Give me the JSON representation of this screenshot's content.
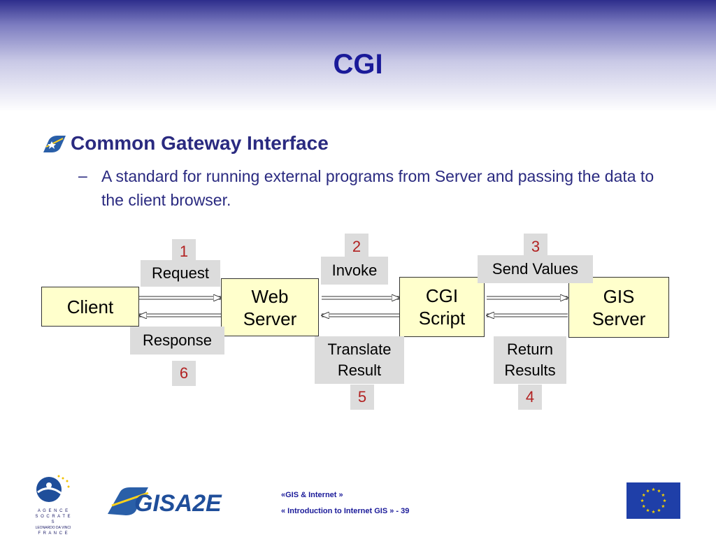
{
  "slide": {
    "title": "CGI",
    "heading": "Common Gateway Interface",
    "dash": "–",
    "subtext": "A standard for running external programs from Server and passing the data to the client browser."
  },
  "diagram": {
    "nodes": {
      "client": "Client",
      "web_server": [
        "Web",
        "Server"
      ],
      "cgi_script": [
        "CGI",
        "Script"
      ],
      "gis_server": [
        "GIS",
        "Server"
      ]
    },
    "steps": {
      "request": {
        "number": "1",
        "label": "Request"
      },
      "invoke": {
        "number": "2",
        "label": "Invoke"
      },
      "send_values": {
        "number": "3",
        "label": "Send Values"
      },
      "return_results": {
        "number": "4",
        "label": [
          "Return",
          "Results"
        ]
      },
      "translate_result": {
        "number": "5",
        "label": [
          "Translate",
          "Result"
        ]
      },
      "response": {
        "number": "6",
        "label": "Response"
      }
    },
    "colors": {
      "node_fill": "#ffffcc",
      "label_fill": "#dcdcdc",
      "number_color": "#b22222"
    }
  },
  "footer": {
    "line1": "«GIS  & Internet »",
    "line2": "« Introduction to Internet GIS » - 39",
    "agency_text": [
      "A G E N C E",
      "S O C R A T E S",
      "LEONARDO DA VINCI",
      "F R A N C E"
    ],
    "gisa_logo_text": "GISA2E",
    "logos": [
      "agence-socrates-logo",
      "gisa2e-logo",
      "eu-flag"
    ]
  }
}
